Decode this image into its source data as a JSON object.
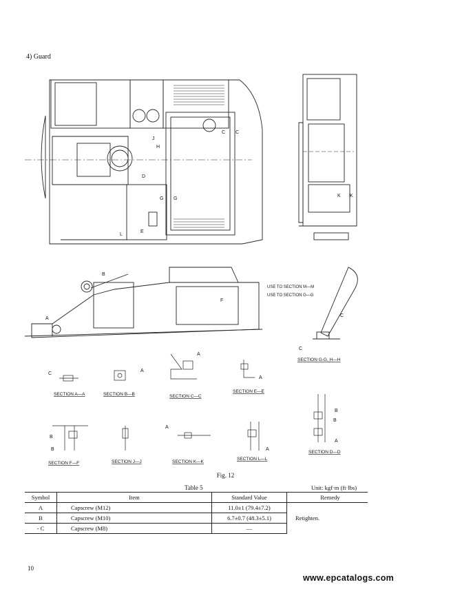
{
  "heading": "4) Guard",
  "figure": {
    "caption": "Fig. 12",
    "notes": [
      "USE TO SECTION M—M",
      "USE TO SECTION G—G"
    ],
    "sections": {
      "aa": "SECTION A—A",
      "bb": "SECTION B—B",
      "cc": "SECTION C—C",
      "ee": "SECTION E—E",
      "ff": "SECTION F—F",
      "jj": "SECTION J—J",
      "kk": "SECTION K—K",
      "ll": "SECTION L—L",
      "dd": "SECTION D—D",
      "gh": "SECTION G-G, H—H"
    },
    "letters": {
      "a": "A",
      "b": "B",
      "c": "C",
      "d": "D",
      "e": "E",
      "f": "F",
      "g": "G",
      "h": "H",
      "j": "J",
      "k": "K",
      "l": "L"
    }
  },
  "table": {
    "title": "Table 5",
    "unit": "Unit: kgf·m (ft·lbs)",
    "headers": {
      "symbol": "Symbol",
      "item": "Item",
      "standard": "Standard Value",
      "remedy": "Remedy"
    },
    "rows": [
      {
        "symbol": "A",
        "item": "Capscrew (M12)",
        "standard": "11.0±1 (79.4±7.2)"
      },
      {
        "symbol": "B",
        "item": "Capscrew (M10)",
        "standard": "6.7±0.7 (48.3±5.1)"
      },
      {
        "symbol": "- C",
        "item": "Capscrew (M8)",
        "standard": "—"
      }
    ],
    "remedy": "Retighten."
  },
  "page_number": "10",
  "watermark": "www.epcatalogs.com"
}
